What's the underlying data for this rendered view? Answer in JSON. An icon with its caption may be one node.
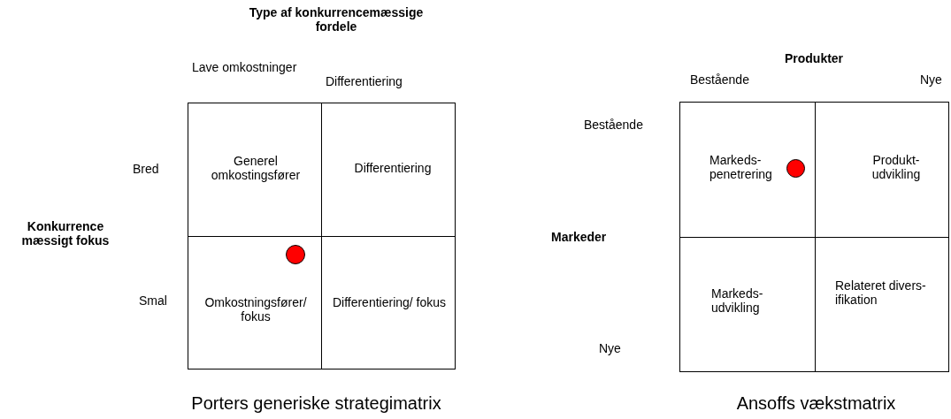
{
  "diagram": {
    "nodes": [
      {
        "text": [
          "Generel omkostingsfører"
        ]
      },
      {
        "text": [
          "Differentiering"
        ]
      },
      {
        "text": [
          "Omkostningsfører/ fokus"
        ]
      },
      {
        "text": [
          "Differentiering/ fokus"
        ]
      },
      {
        "text": [],
        "shape": "circle",
        "in": 2
      },
      {
        "text": [
          "Markeds- penetrering"
        ]
      },
      {
        "text": [
          "Produkt- udvikling"
        ]
      },
      {
        "text": [
          "Markeds- udvikling"
        ]
      },
      {
        "text": [
          "Relateret divers- ifikation"
        ]
      },
      {
        "text": [],
        "shape": "circle",
        "in": 5
      }
    ],
    "edges": [],
    "labels": [
      "Type af konkurrencemæssige fordele",
      "Lave omkostninger",
      "Differentiering",
      "Bred",
      "Konkurrence mæssigt fokus",
      "Smal",
      "Porters generiske strategimatrix",
      "Produkter",
      "Bestående",
      "Nye",
      "Bestående",
      "Markeder",
      "Nye",
      "Ansoffs vækstmatrix"
    ]
  }
}
